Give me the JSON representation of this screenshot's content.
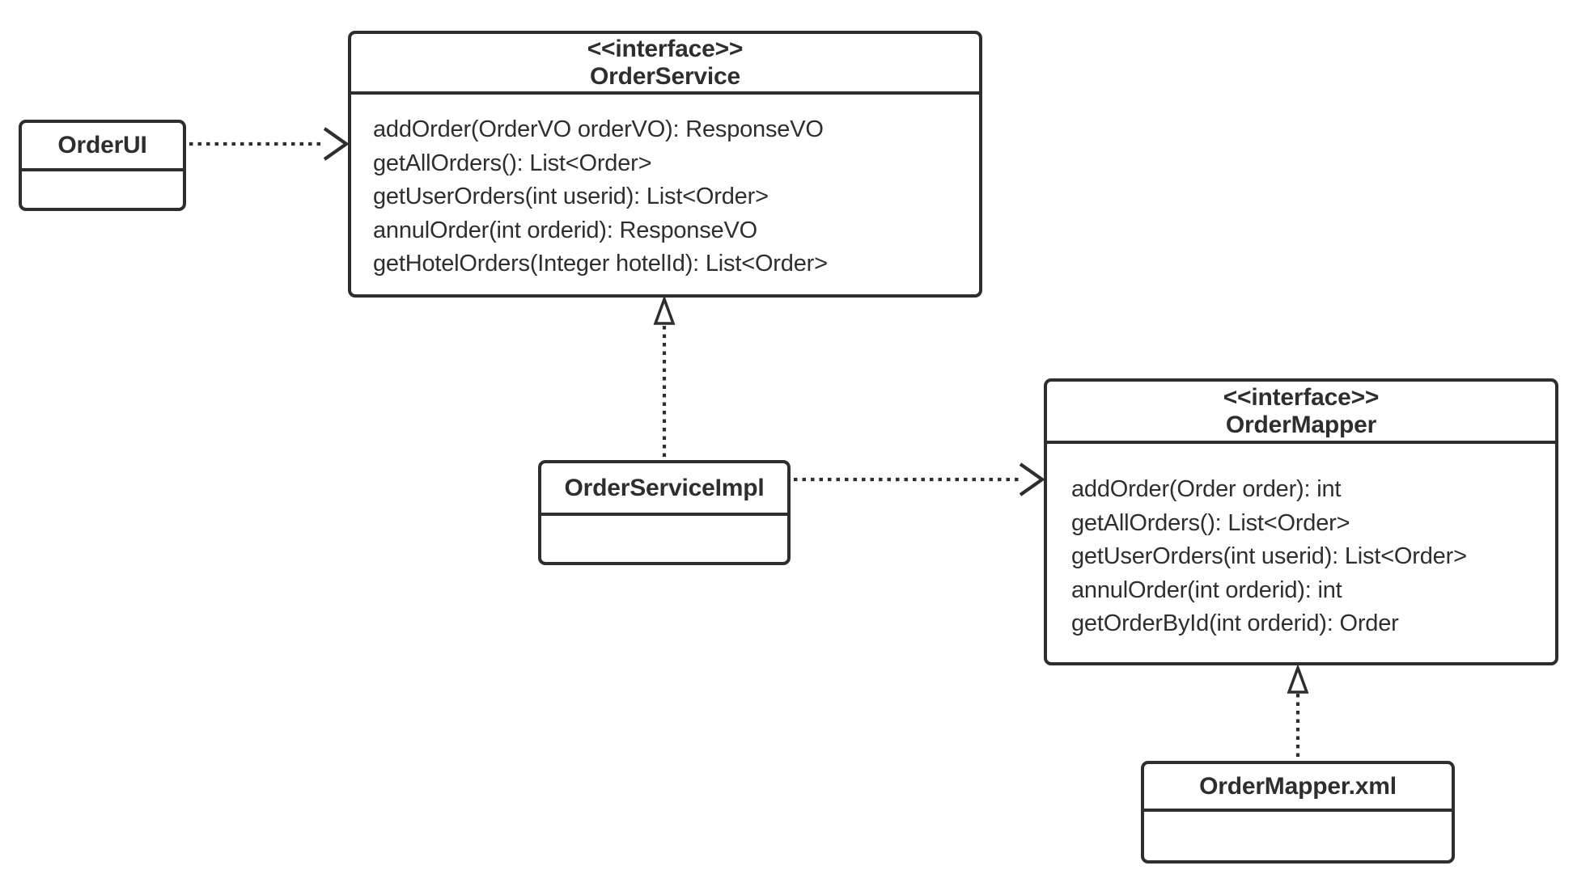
{
  "colors": {
    "stroke": "#2e2e2e",
    "text": "#2e2e2e",
    "background": "#ffffff"
  },
  "classes": {
    "order_ui": {
      "name": "OrderUI"
    },
    "order_service": {
      "stereotype": "<<interface>>",
      "name": "OrderService",
      "methods": [
        "addOrder(OrderVO orderVO): ResponseVO",
        "getAllOrders(): List<Order>",
        "getUserOrders(int userid): List<Order>",
        "annulOrder(int orderid): ResponseVO",
        "getHotelOrders(Integer hotelId): List<Order>"
      ]
    },
    "order_service_impl": {
      "name": "OrderServiceImpl"
    },
    "order_mapper": {
      "stereotype": "<<interface>>",
      "name": "OrderMapper",
      "methods": [
        "addOrder(Order order): int",
        "getAllOrders(): List<Order>",
        "getUserOrders(int userid): List<Order>",
        "annulOrder(int orderid): int",
        "getOrderById(int orderid): Order"
      ]
    },
    "order_mapper_xml": {
      "name": "OrderMapper.xml"
    }
  },
  "relations": [
    {
      "from": "OrderUI",
      "to": "OrderService",
      "type": "dependency",
      "line": "dotted",
      "head": "open-arrow"
    },
    {
      "from": "OrderServiceImpl",
      "to": "OrderService",
      "type": "realization",
      "line": "dotted",
      "head": "hollow-triangle"
    },
    {
      "from": "OrderServiceImpl",
      "to": "OrderMapper",
      "type": "dependency",
      "line": "dotted",
      "head": "open-arrow"
    },
    {
      "from": "OrderMapper.xml",
      "to": "OrderMapper",
      "type": "realization",
      "line": "dotted",
      "head": "hollow-triangle"
    }
  ]
}
